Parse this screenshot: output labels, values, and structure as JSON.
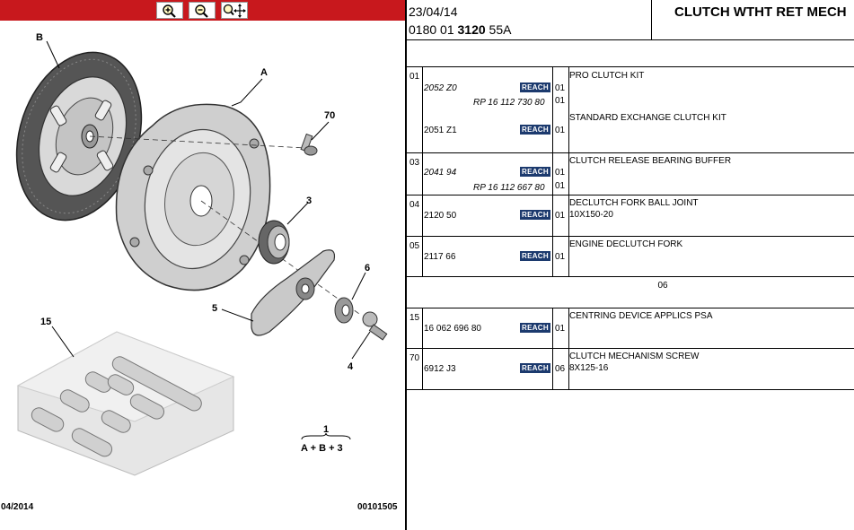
{
  "toolbar": {
    "zoom_in_icon": "zoom-in-icon",
    "zoom_out_icon": "zoom-out-icon",
    "zoom_fit_icon": "zoom-move-icon"
  },
  "diagram": {
    "labels": [
      "B",
      "A",
      "70",
      "3",
      "6",
      "5",
      "4",
      "15"
    ],
    "formula_number": "1",
    "formula": "A + B + 3",
    "footer_date": "04/2014",
    "footer_code": "00101505"
  },
  "header": {
    "date": "23/04/14",
    "ref_prefix": "0180 01 ",
    "ref_bold": "3120",
    "ref_suffix": " 55A",
    "title": "CLUTCH WTHT RET MECH"
  },
  "rows": [
    {
      "index": "01",
      "entries": [
        {
          "part": "2052 Z0",
          "italic": true,
          "reach": "REACH",
          "qty": "01",
          "desc": "PRO CLUTCH KIT"
        },
        {
          "rp": "RP 16 112 730 80",
          "qty": "01"
        },
        {
          "part": "2051 Z1",
          "italic": false,
          "reach": "REACH",
          "qty": "01",
          "desc": "STANDARD EXCHANGE CLUTCH KIT"
        }
      ]
    },
    {
      "index": "03",
      "entries": [
        {
          "part": "2041 94",
          "italic": true,
          "reach": "REACH",
          "qty": "01",
          "desc": "CLUTCH RELEASE BEARING BUFFER"
        },
        {
          "rp": "RP 16 112 667 80",
          "qty": "01"
        }
      ]
    },
    {
      "index": "04",
      "entries": [
        {
          "part": "2120 50",
          "italic": false,
          "reach": "REACH",
          "qty": "01",
          "desc": "DECLUTCH FORK BALL JOINT",
          "sub": "10X150-20"
        }
      ]
    },
    {
      "index": "05",
      "entries": [
        {
          "part": "2117 66",
          "italic": false,
          "reach": "REACH",
          "qty": "01",
          "desc": "ENGINE DECLUTCH FORK"
        }
      ]
    },
    {
      "index": "15",
      "entries": [
        {
          "part": "16 062 696 80",
          "italic": false,
          "reach": "REACH",
          "qty": "01",
          "desc": "CENTRING DEVICE APPLICS PSA"
        }
      ]
    },
    {
      "index": "70",
      "entries": [
        {
          "part": "6912 J3",
          "italic": false,
          "reach": "REACH",
          "qty": "06",
          "desc": "CLUTCH MECHANISM SCREW",
          "sub": "8X125-16"
        }
      ]
    }
  ],
  "group_label": "06"
}
